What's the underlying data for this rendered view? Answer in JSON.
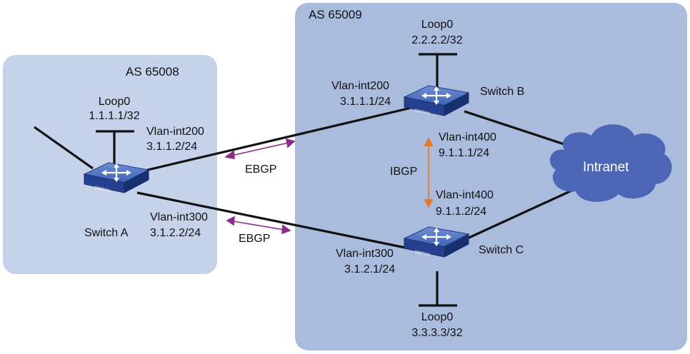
{
  "areas": {
    "as_a": {
      "label": "AS 65008",
      "fill": "#c5d2ea"
    },
    "as_b": {
      "label": "AS 65009",
      "fill": "#a9bcde"
    }
  },
  "switches": {
    "a": {
      "name": "Switch A",
      "loop_label": "Loop0",
      "loop_ip": "1.1.1.1/32"
    },
    "b": {
      "name": "Switch B",
      "loop_label": "Loop0",
      "loop_ip": "2.2.2.2/32"
    },
    "c": {
      "name": "Switch C",
      "loop_label": "Loop0",
      "loop_ip": "3.3.3.3/32"
    }
  },
  "device_icon_text": "SWITCH",
  "interfaces": {
    "a_200": {
      "name": "Vlan-int200",
      "ip": "3.1.1.2/24"
    },
    "a_300": {
      "name": "Vlan-int300",
      "ip": "3.1.2.2/24"
    },
    "b_200": {
      "name": "Vlan-int200",
      "ip": "3.1.1.1/24"
    },
    "b_400": {
      "name": "Vlan-int400",
      "ip": "9.1.1.1/24"
    },
    "c_400": {
      "name": "Vlan-int400",
      "ip": "9.1.1.2/24"
    },
    "c_300": {
      "name": "Vlan-int300",
      "ip": "3.1.2.1/24"
    }
  },
  "sessions": {
    "ebgp_1": "EBGP",
    "ebgp_2": "EBGP",
    "ibgp": "IBGP"
  },
  "cloud": {
    "label": "Intranet",
    "fill": "#4a66b4"
  },
  "colors": {
    "ebgp_arrow": "#8b2a8b",
    "ibgp_arrow": "#e8782a",
    "switch_top": "#3f5fb5",
    "switch_side": "#1f3a85"
  }
}
